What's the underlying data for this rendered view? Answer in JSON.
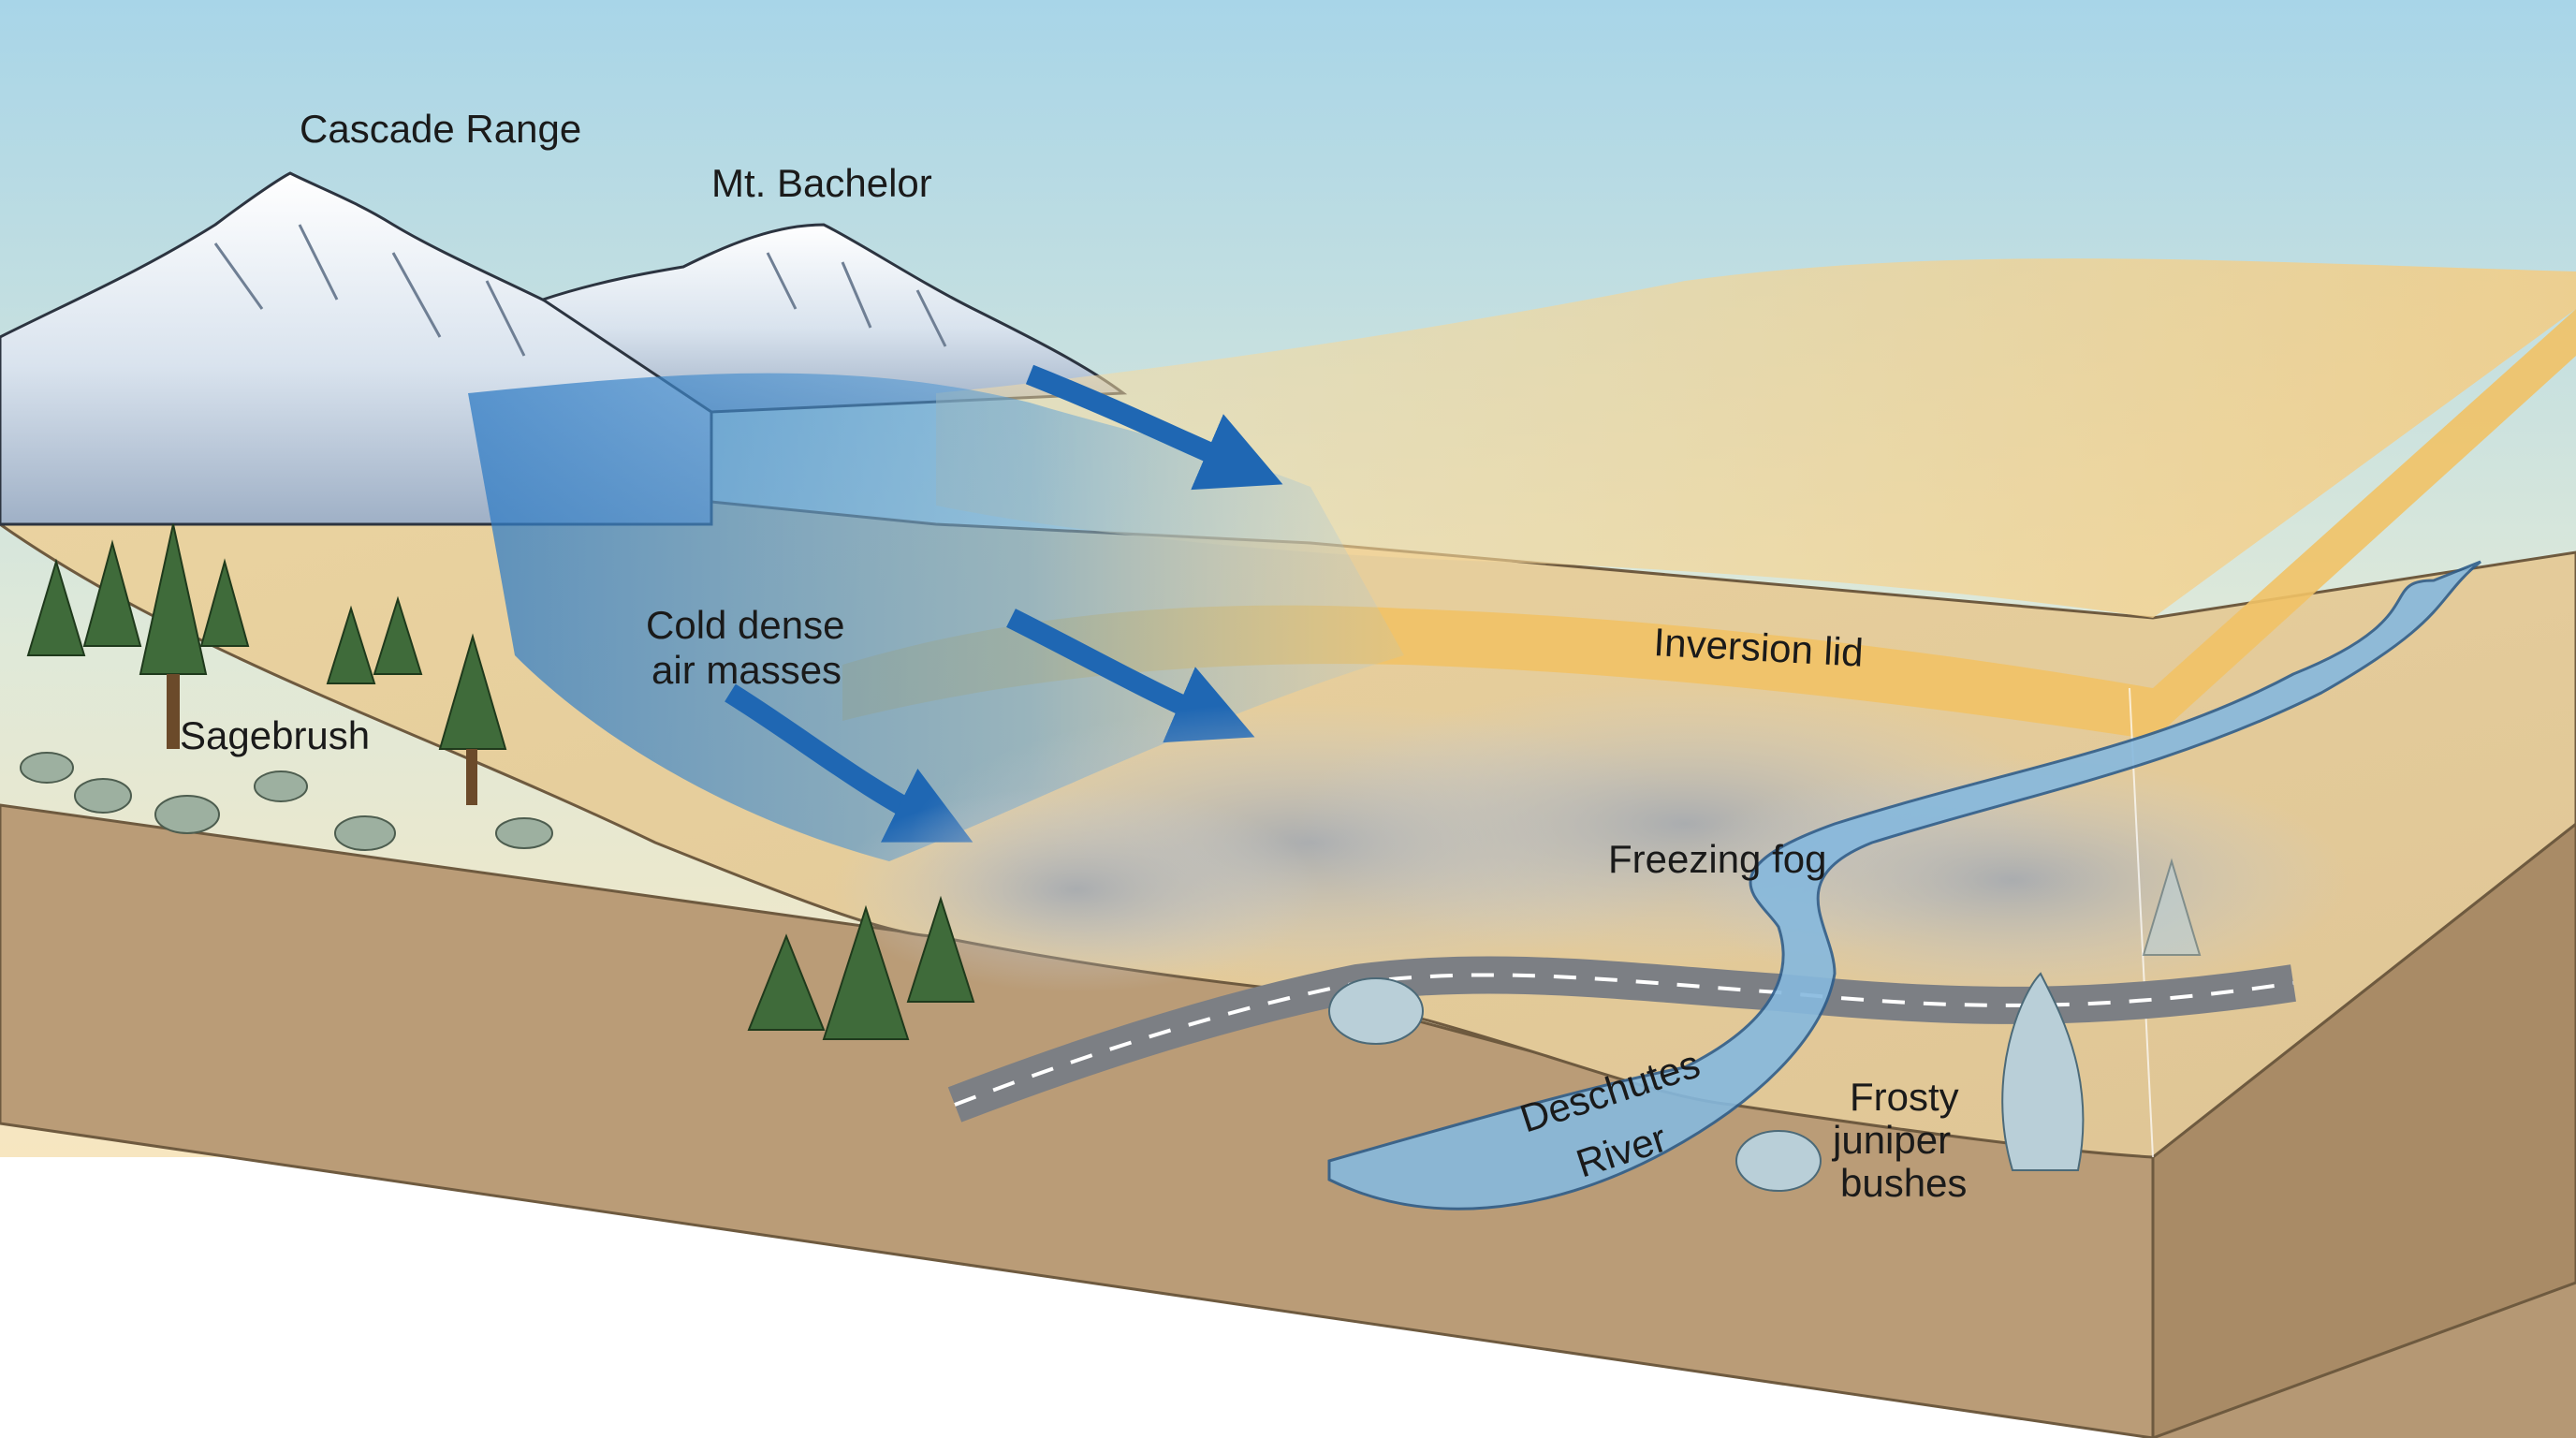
{
  "labels": {
    "cascade_range": "Cascade Range",
    "mt_bachelor": "Mt. Bachelor",
    "cold_air_line1": "Cold dense",
    "cold_air_line2": "air masses",
    "sagebrush": "Sagebrush",
    "inversion_lid": "Inversion lid",
    "freezing_fog": "Freezing fog",
    "river_line1": "Deschutes",
    "river_line2": "River",
    "juniper_line1": "Frosty",
    "juniper_line2": "juniper",
    "juniper_line3": "bushes"
  },
  "colors": {
    "sky_top": "#a9d6e8",
    "sky_bottom": "#f6e9c6",
    "inversion_lid": "#f2c46a",
    "cold_air": "#3f88c8",
    "fog": "#b9bcc0",
    "ground_top": "#e6cf9c",
    "ground_side": "#b89a73",
    "river": "#7bb3da",
    "snow": "#ffffff",
    "conifer": "#3f6b3a"
  }
}
